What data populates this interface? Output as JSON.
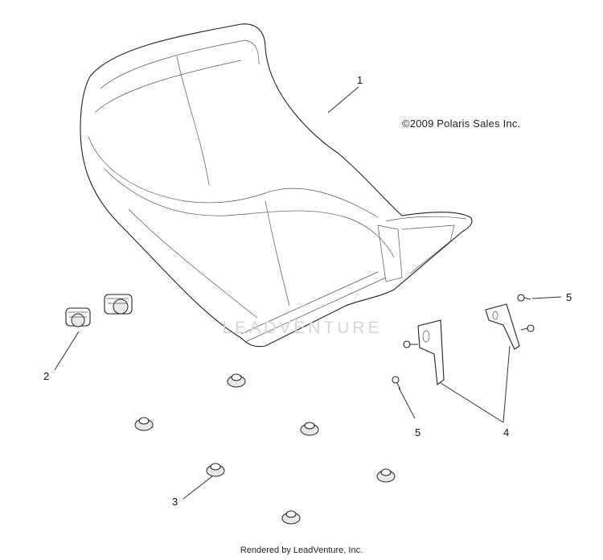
{
  "copyright": "©2009 Polaris Sales Inc.",
  "watermark": "LEADVENTURE",
  "footer": "Rendered by LeadVenture, Inc.",
  "callouts": {
    "seat": "1",
    "latch": "2",
    "grommet": "3",
    "bracket": "4",
    "bolt_right": "5",
    "bolt_left": "5"
  }
}
